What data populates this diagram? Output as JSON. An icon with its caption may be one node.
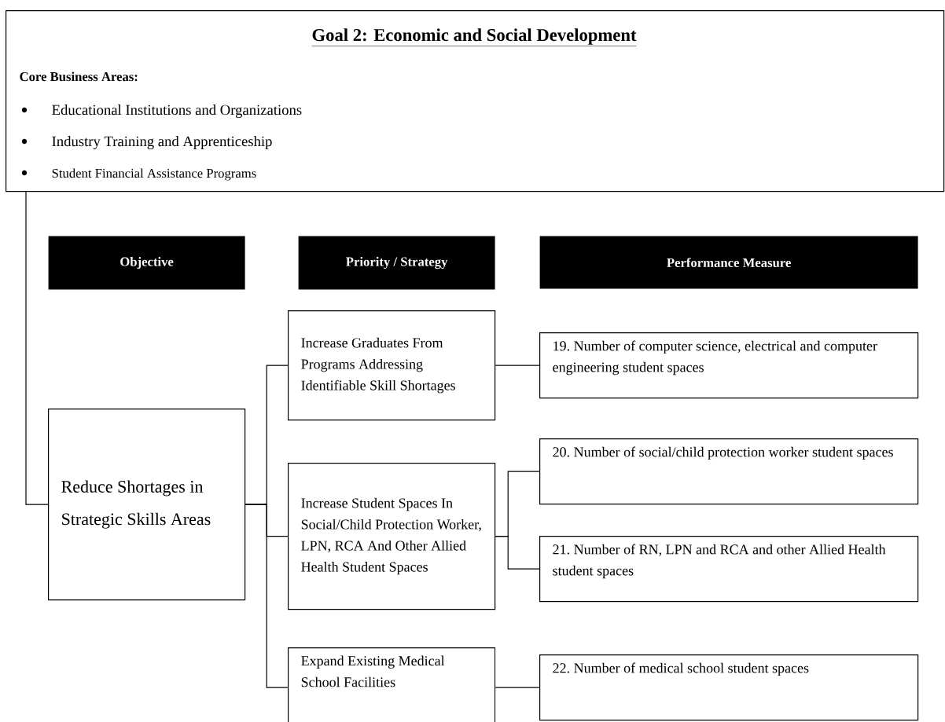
{
  "diagram": {
    "title": "Goal 2: Economic and Social Development",
    "nodes": [
      {
        "text": [
          "Core Business Areas:",
          "Educational Institutions and Organizations",
          "Industry Training and Apprenticeship",
          "Student Financial Assistance Programs"
        ]
      },
      {
        "text": [
          "Objective"
        ]
      },
      {
        "text": [
          "Priority / Strategy"
        ]
      },
      {
        "text": [
          "Performance Measure"
        ]
      },
      {
        "text": [
          "Reduce Shortages in Strategic Skills Areas"
        ]
      },
      {
        "text": [
          "Increase Graduates From Programs Addressing Identifiable Skill Shortages"
        ]
      },
      {
        "text": [
          "Increase Student Spaces In Social/Child Protection Worker, LPN, RCA And Other Allied Health Student Spaces"
        ]
      },
      {
        "text": [
          "Expand Existing Medical School Facilities"
        ]
      },
      {
        "text": [
          "19. Number of computer science, electrical and computer engineering student spaces"
        ]
      },
      {
        "text": [
          "20. Number of social/child protection worker student spaces"
        ]
      },
      {
        "text": [
          "21. Number of RN, LPN and RCA and other Allied Health student spaces"
        ]
      },
      {
        "text": [
          "22. Number of medical school student spaces"
        ]
      }
    ],
    "edges": [
      {
        "from": 0,
        "to": 4,
        "arrow": "none"
      },
      {
        "from": 4,
        "to": 5,
        "arrow": "none"
      },
      {
        "from": 4,
        "to": 6,
        "arrow": "none"
      },
      {
        "from": 4,
        "to": 7,
        "arrow": "none"
      },
      {
        "from": 5,
        "to": 8,
        "arrow": "none"
      },
      {
        "from": 6,
        "to": 9,
        "arrow": "none"
      },
      {
        "from": 6,
        "to": 10,
        "arrow": "none"
      },
      {
        "from": 7,
        "to": 11,
        "arrow": "none"
      }
    ]
  }
}
